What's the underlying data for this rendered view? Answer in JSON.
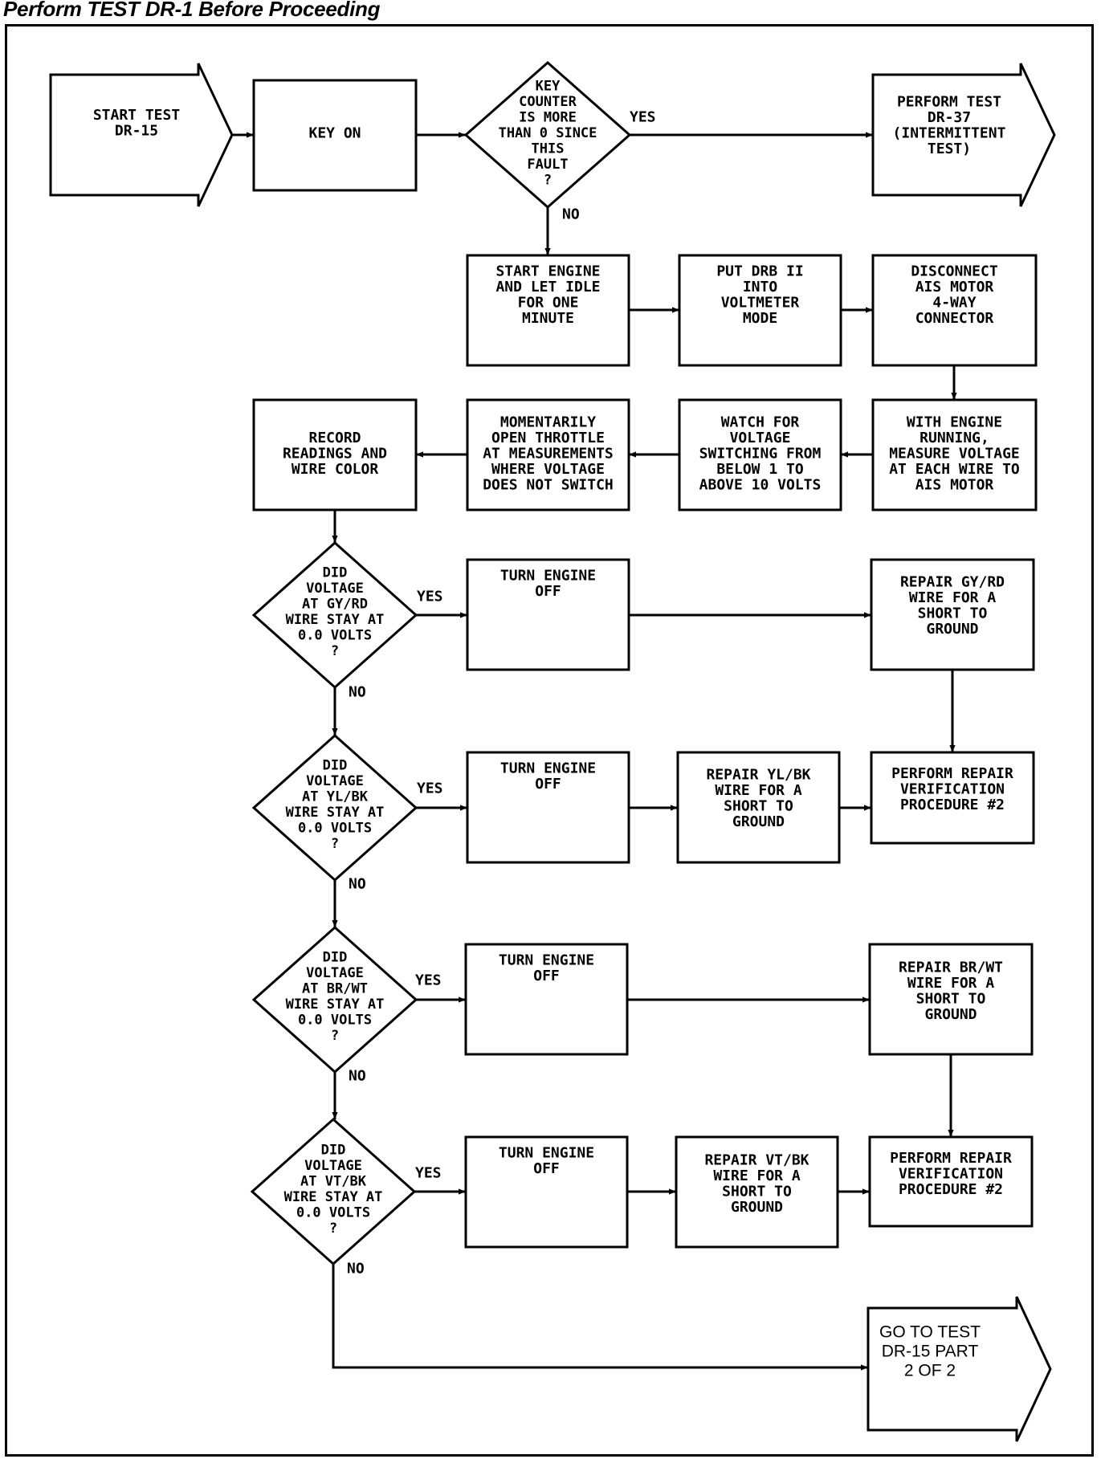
{
  "header": {
    "title": "Perform TEST DR-1 Before Proceeding"
  },
  "start": {
    "lines": [
      "START TEST",
      "DR-15"
    ]
  },
  "key_on": {
    "lines": [
      "KEY ON"
    ]
  },
  "key_counter": {
    "lines": [
      "KEY",
      "COUNTER",
      "IS MORE",
      "THAN 0 SINCE",
      "THIS",
      "FAULT",
      "?"
    ]
  },
  "perform_dr37": {
    "lines": [
      "PERFORM TEST",
      "DR-37",
      "(INTERMITTENT",
      "TEST)"
    ]
  },
  "start_engine": {
    "lines": [
      "START ENGINE",
      "AND LET IDLE",
      "FOR ONE",
      "MINUTE"
    ]
  },
  "put_drb": {
    "lines": [
      "PUT DRB II",
      "INTO",
      "VOLTMETER",
      "MODE"
    ]
  },
  "disconnect": {
    "lines": [
      "DISCONNECT",
      "AIS MOTOR",
      "4-WAY",
      "CONNECTOR"
    ]
  },
  "with_engine": {
    "lines": [
      "WITH ENGINE",
      "RUNNING,",
      "MEASURE VOLTAGE",
      "AT EACH WIRE TO",
      "AIS MOTOR"
    ]
  },
  "watch_for": {
    "lines": [
      "WATCH FOR",
      "VOLTAGE",
      "SWITCHING FROM",
      "BELOW 1 TO",
      "ABOVE 10 VOLTS"
    ]
  },
  "momentarily": {
    "lines": [
      "MOMENTARILY",
      "OPEN THROTTLE",
      "AT MEASUREMENTS",
      "WHERE VOLTAGE",
      "DOES NOT SWITCH"
    ]
  },
  "record": {
    "lines": [
      "RECORD",
      "READINGS AND",
      "WIRE COLOR"
    ]
  },
  "gyrd_q": {
    "lines": [
      "DID",
      "VOLTAGE",
      "AT GY/RD",
      "WIRE STAY AT",
      "0.0 VOLTS",
      "?"
    ]
  },
  "turn_off_1": {
    "lines": [
      "TURN ENGINE",
      "OFF"
    ]
  },
  "repair_gyrd": {
    "lines": [
      "REPAIR GY/RD",
      "WIRE FOR A",
      "SHORT TO",
      "GROUND"
    ]
  },
  "ylbk_q": {
    "lines": [
      "DID",
      "VOLTAGE",
      "AT YL/BK",
      "WIRE STAY AT",
      "0.0 VOLTS",
      "?"
    ]
  },
  "turn_off_2": {
    "lines": [
      "TURN ENGINE",
      "OFF"
    ]
  },
  "repair_ylbk": {
    "lines": [
      "REPAIR YL/BK",
      "WIRE FOR A",
      "SHORT TO",
      "GROUND"
    ]
  },
  "verify_1": {
    "lines": [
      "PERFORM REPAIR",
      "VERIFICATION",
      "PROCEDURE #2"
    ]
  },
  "brwt_q": {
    "lines": [
      "DID",
      "VOLTAGE",
      "AT BR/WT",
      "WIRE STAY AT",
      "0.0 VOLTS",
      "?"
    ]
  },
  "turn_off_3": {
    "lines": [
      "TURN ENGINE",
      "OFF"
    ]
  },
  "repair_brwt": {
    "lines": [
      "REPAIR BR/WT",
      "WIRE FOR A",
      "SHORT TO",
      "GROUND"
    ]
  },
  "vtbk_q": {
    "lines": [
      "DID",
      "VOLTAGE",
      "AT VT/BK",
      "WIRE STAY AT",
      "0.0 VOLTS",
      "?"
    ]
  },
  "turn_off_4": {
    "lines": [
      "TURN ENGINE",
      "OFF"
    ]
  },
  "repair_vtbk": {
    "lines": [
      "REPAIR VT/BK",
      "WIRE FOR A",
      "SHORT TO",
      "GROUND"
    ]
  },
  "verify_2": {
    "lines": [
      "PERFORM REPAIR",
      "VERIFICATION",
      "PROCEDURE #2"
    ]
  },
  "go_to": {
    "lines": [
      "GO TO TEST",
      "DR-15 PART",
      "2 OF 2"
    ]
  },
  "labels": {
    "yes": "YES",
    "no": "NO"
  }
}
